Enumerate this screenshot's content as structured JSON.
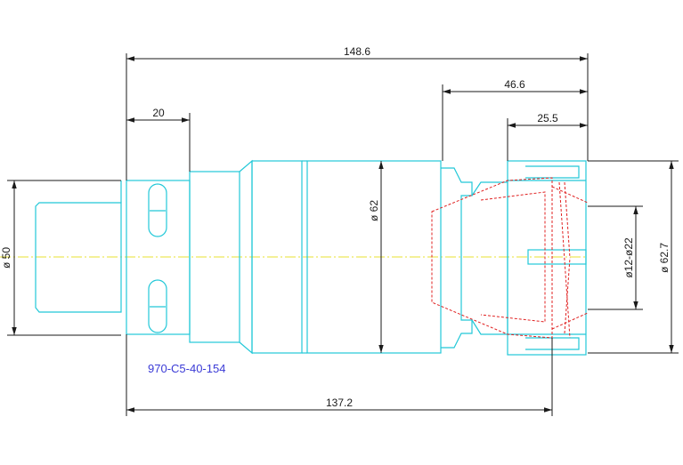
{
  "dimensions": {
    "overall_length": "148.6",
    "collet_length": "46.6",
    "nut_length": "25.5",
    "shank_length": "20",
    "body_length": "137.2",
    "shank_dia": "ø 50",
    "body_dia": "ø 62",
    "collet_range": "ø12-ø22",
    "nut_dia": "ø 62.7"
  },
  "part_number": "970-C5-40-154",
  "colors": {
    "part_outline": "#22c8d8",
    "hidden_lines": "#e02020",
    "centerline": "#e8e030",
    "dimension": "#1a1a1a",
    "part_label": "#3b3bd6"
  }
}
